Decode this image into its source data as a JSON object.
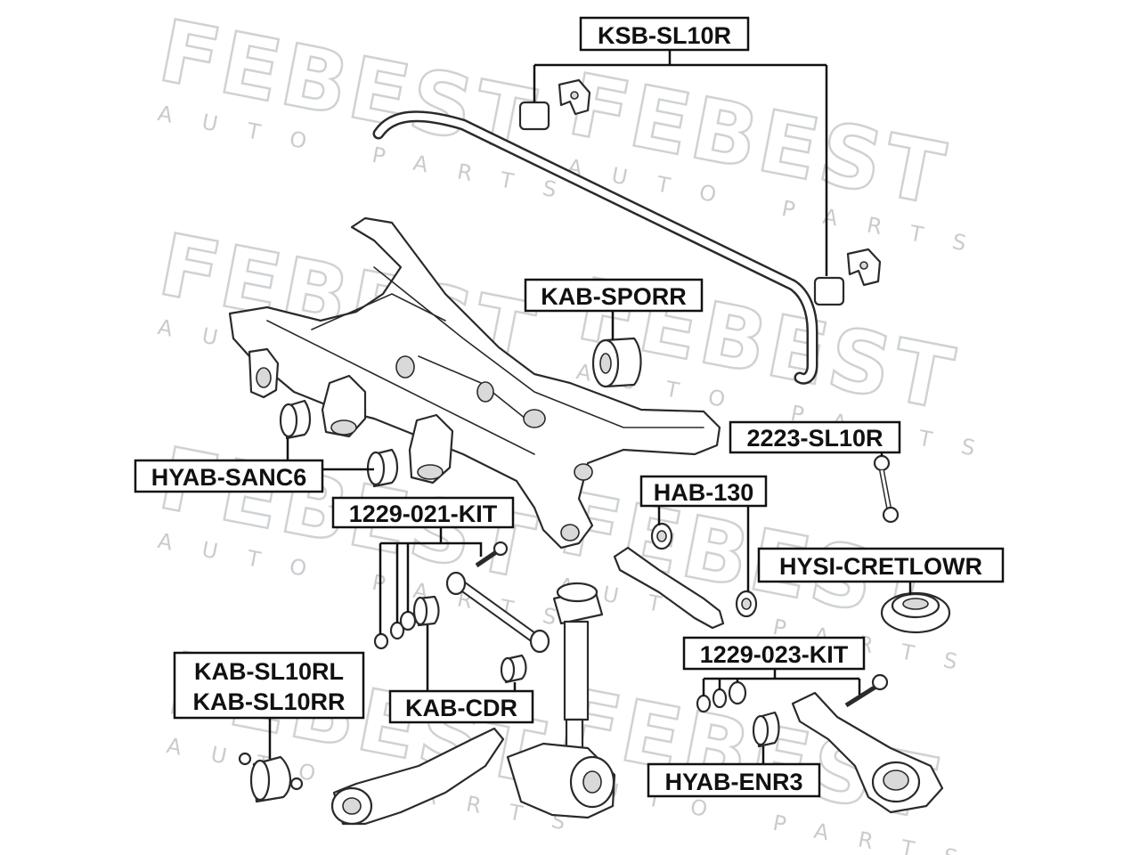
{
  "watermark": {
    "brand": "FEBEST",
    "tagline": "AUTO PARTS"
  },
  "labels": {
    "ksb_sl10r": "KSB-SL10R",
    "kab_sporr": "KAB-SPORR",
    "tie_2223_sl10r": "2223-SL10R",
    "hyab_sanc6": "HYAB-SANC6",
    "kit_1229_021": "1229-021-KIT",
    "hab_130": "HAB-130",
    "hysi_cretlowr": "HYSI-CRETLOWR",
    "kit_1229_023": "1229-023-KIT",
    "kab_sl10rl": "KAB-SL10RL",
    "kab_sl10rr": "KAB-SL10RR",
    "kab_cdr": "KAB-CDR",
    "hyab_enr3": "HYAB-ENR3"
  }
}
